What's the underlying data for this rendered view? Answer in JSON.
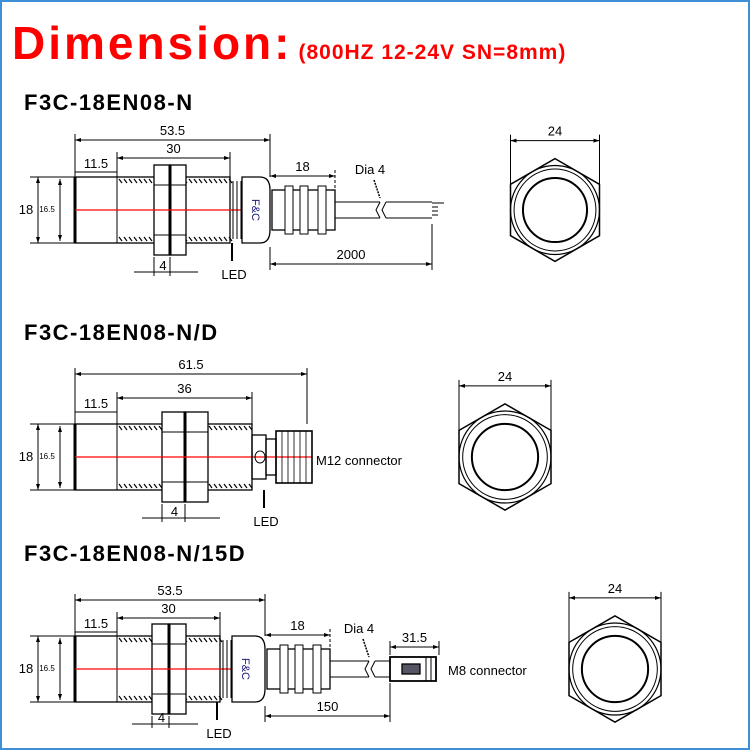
{
  "header": {
    "title": "Dimension:",
    "spec": "(800HZ 12-24V SN=8mm)"
  },
  "colors": {
    "accent": "#ff0000",
    "frame": "#3d8fd6"
  },
  "sensors": [
    {
      "model": "F3C-18EN08-N",
      "dims": {
        "total": "53.5",
        "thread": "30",
        "front": "11.5",
        "outer_dia": "18",
        "inner_dia": "16.5",
        "nut": "4",
        "gland": "18",
        "cable_dia": "Dia 4",
        "cable_len": "2000"
      },
      "led": "LED",
      "brand": "F&C",
      "hex": {
        "width": "24"
      }
    },
    {
      "model": "F3C-18EN08-N/D",
      "dims": {
        "total": "61.5",
        "thread": "36",
        "front": "11.5",
        "outer_dia": "18",
        "inner_dia": "16.5",
        "nut": "4"
      },
      "led": "LED",
      "connector": "M12 connector",
      "hex": {
        "width": "24"
      }
    },
    {
      "model": "F3C-18EN08-N/15D",
      "dims": {
        "total": "53.5",
        "thread": "30",
        "front": "11.5",
        "outer_dia": "18",
        "inner_dia": "16.5",
        "nut": "4",
        "gland": "18",
        "cable_dia": "Dia 4",
        "cable_len": "150",
        "connector_len": "31.5"
      },
      "led": "LED",
      "brand": "F&C",
      "connector": "M8 connector",
      "hex": {
        "width": "24"
      }
    }
  ]
}
